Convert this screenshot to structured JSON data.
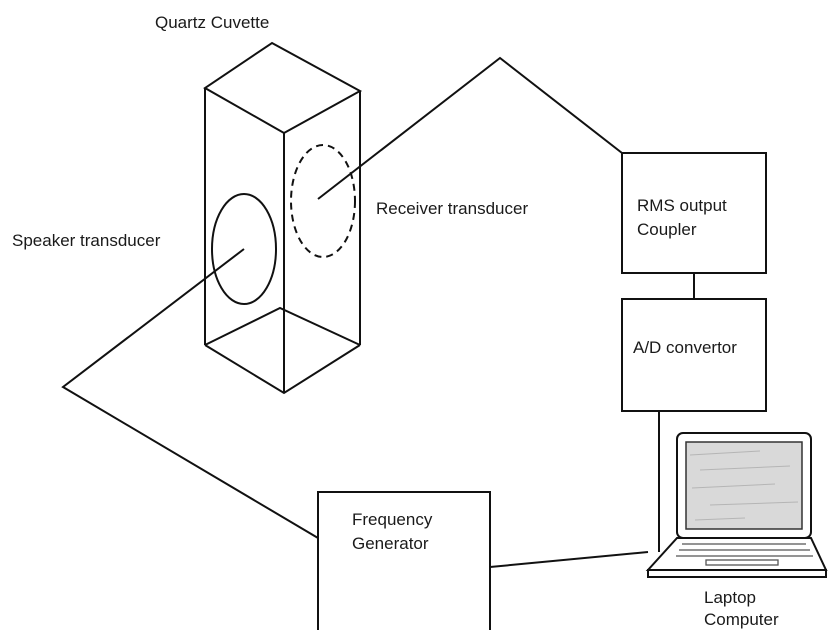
{
  "labels": {
    "cuvette": "Quartz Cuvette",
    "receiver": "Receiver transducer",
    "speaker": "Speaker transducer",
    "rms_line1": "RMS output",
    "rms_line2": "Coupler",
    "ad": "A/D convertor",
    "freq_line1": "Frequency",
    "freq_line2": "Generator",
    "laptop_line1": "Laptop",
    "laptop_line2": "Computer"
  }
}
